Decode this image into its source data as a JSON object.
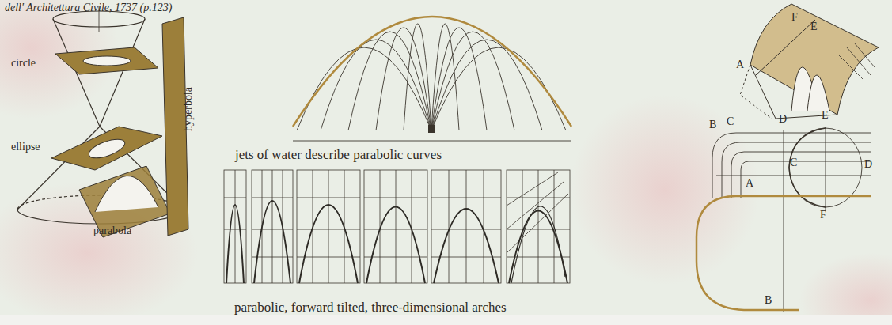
{
  "diagram": {
    "labels": [
      "dell' Architettura Civile, 1737 (p.123)",
      "circle",
      "ellipse",
      "hyperbola",
      "parabola",
      "jets of water describe parabolic curves",
      "parabolic, forward tilted, three-dimensional arches",
      "A",
      "F",
      "E",
      "B",
      "C",
      "D",
      "E",
      "C",
      "D",
      "A",
      "F",
      "B"
    ]
  }
}
